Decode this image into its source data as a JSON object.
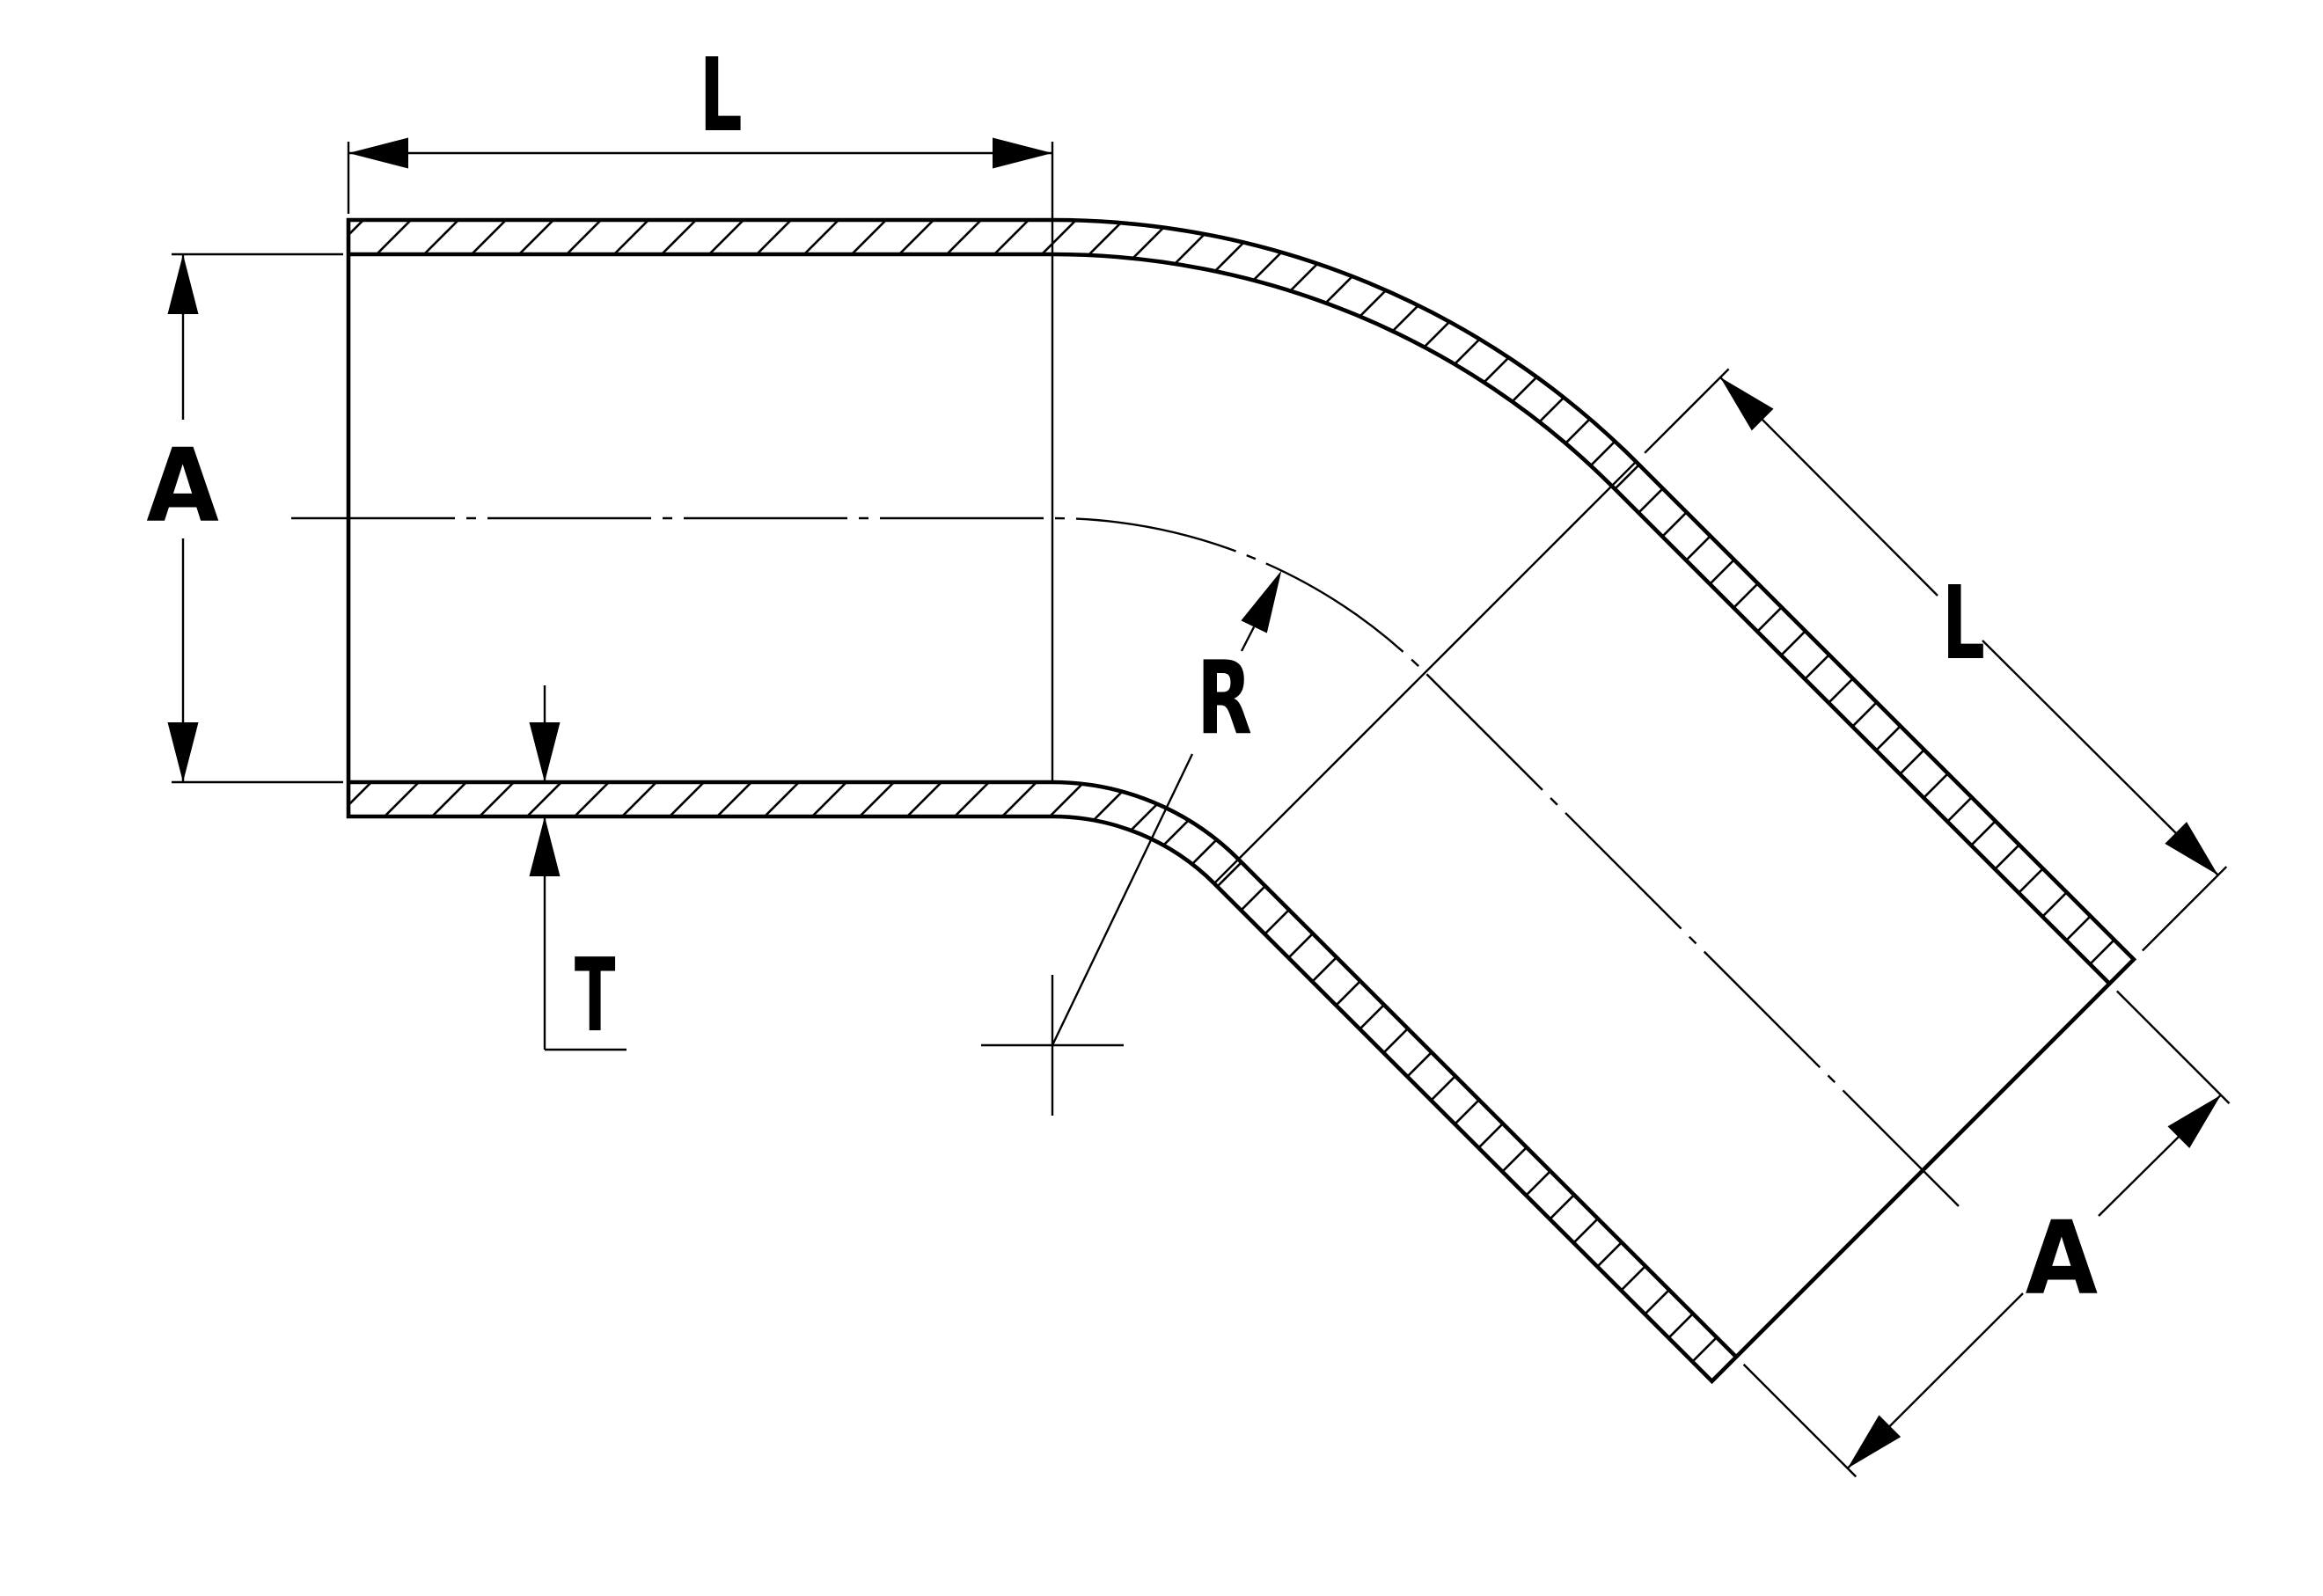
{
  "diagram": {
    "type": "technical-line-drawing",
    "subject": "45-degree elbow tube cross-section with dimension callouts",
    "background_color": "#ffffff",
    "ink_color": "#000000"
  },
  "labels": {
    "straight_length_top": "L",
    "inner_diameter_left": "A",
    "wall_thickness": "T",
    "bend_radius": "R",
    "straight_length_diagonal": "L",
    "inner_diameter_end": "A"
  }
}
